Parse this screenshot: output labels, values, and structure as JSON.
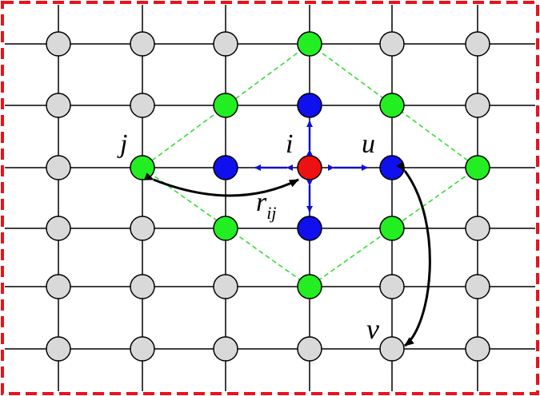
{
  "colors": {
    "background": "#ffffff",
    "frame": "#e8141b",
    "grid_line": "#000000",
    "node_stroke": "#000000",
    "neighbor_arrow": "#1010d0",
    "distance_arrow": "#000000",
    "rhombus": "#33dd33",
    "node_fill": {
      "gray": "#d9d9d9",
      "green": "#22ee22",
      "blue": "#1010ee",
      "red": "#ee1111"
    }
  },
  "lattice": {
    "rows": 6,
    "cols": 6,
    "special_nodes": [
      {
        "row": 0,
        "col": 3,
        "type": "green"
      },
      {
        "row": 1,
        "col": 2,
        "type": "green"
      },
      {
        "row": 1,
        "col": 3,
        "type": "blue"
      },
      {
        "row": 1,
        "col": 4,
        "type": "green"
      },
      {
        "row": 2,
        "col": 1,
        "type": "green"
      },
      {
        "row": 2,
        "col": 2,
        "type": "blue"
      },
      {
        "row": 2,
        "col": 3,
        "type": "red"
      },
      {
        "row": 2,
        "col": 4,
        "type": "blue"
      },
      {
        "row": 2,
        "col": 5,
        "type": "green"
      },
      {
        "row": 3,
        "col": 2,
        "type": "green"
      },
      {
        "row": 3,
        "col": 3,
        "type": "blue"
      },
      {
        "row": 3,
        "col": 4,
        "type": "green"
      },
      {
        "row": 4,
        "col": 3,
        "type": "green"
      }
    ]
  },
  "labels": {
    "i": "i",
    "j": "j",
    "u": "u",
    "v": "v",
    "r": "r",
    "r_sub": "ij"
  }
}
